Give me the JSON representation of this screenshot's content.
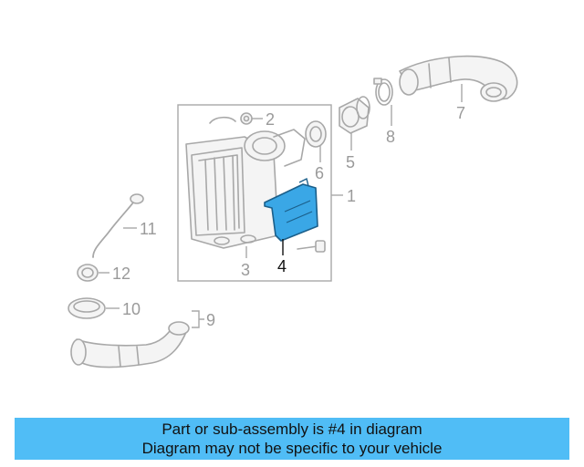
{
  "diagram": {
    "highlighted_part": "4",
    "callouts": {
      "c1": "1",
      "c2": "2",
      "c3": "3",
      "c4": "4",
      "c5": "5",
      "c6": "6",
      "c7": "7",
      "c8": "8",
      "c9": "9",
      "c10": "10",
      "c11": "11",
      "c12": "12"
    },
    "colors": {
      "highlight": "#3aa7e6",
      "banner": "#50bdf6",
      "line": "#a8a8a8"
    }
  },
  "banner": {
    "line1": "Part or sub-assembly is #4 in diagram",
    "line2": "Diagram may not be specific to your vehicle"
  }
}
